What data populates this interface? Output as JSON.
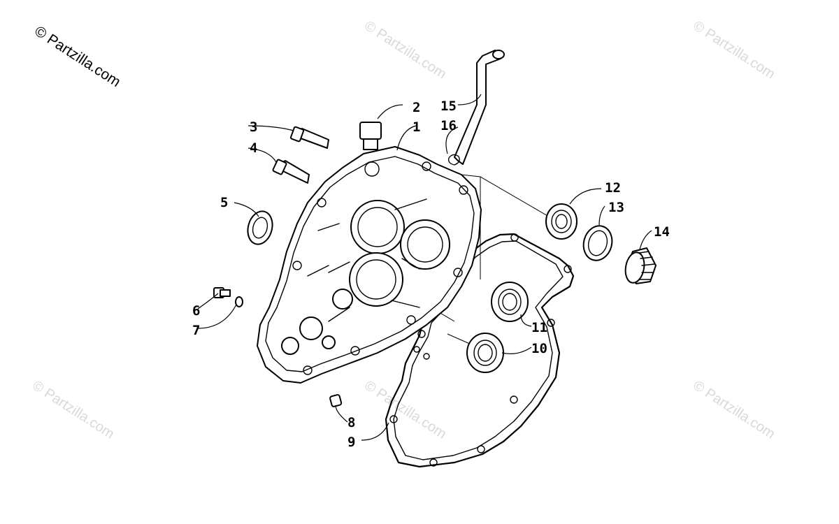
{
  "watermarks": {
    "primary": "© Partzilla.com",
    "repeat": "© Partzilla.com"
  },
  "callouts": [
    "1",
    "2",
    "3",
    "4",
    "5",
    "6",
    "7",
    "8",
    "9",
    "10",
    "11",
    "12",
    "13",
    "14",
    "15",
    "16"
  ]
}
